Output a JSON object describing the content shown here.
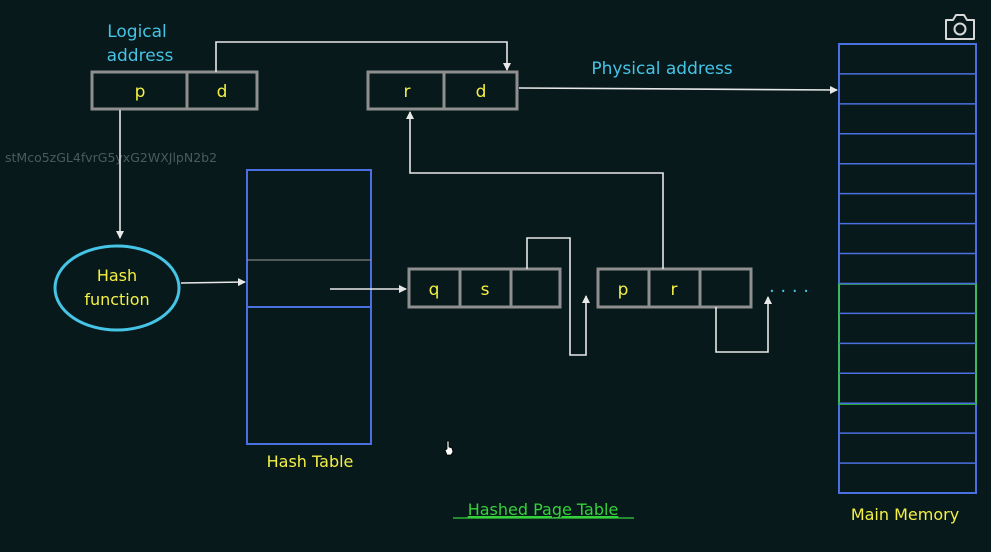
{
  "diagram": {
    "title": "Hashed Page Table",
    "watermark": "stMco5zGL4fvrG5yxG2WXJlpN2b2",
    "logical_address": {
      "label_line1": "Logical",
      "label_line2": "address",
      "cells": [
        "p",
        "d"
      ]
    },
    "physical_address": {
      "label": "Physical  address",
      "cells": [
        "r",
        "d"
      ]
    },
    "hash_function": {
      "label_line1": "Hash",
      "label_line2": "function"
    },
    "hash_table": {
      "label": "Hash Table"
    },
    "chain": {
      "node1": [
        "q",
        "s",
        ""
      ],
      "node2": [
        "p",
        "r",
        ""
      ],
      "ellipsis": "· · · ·"
    },
    "main_memory": {
      "label": "Main Memory",
      "frames": 15
    }
  },
  "colors": {
    "background": "#07191b",
    "cyan": "#45c4e6",
    "yellow": "#f5f043",
    "green": "#35d13a",
    "box_gray": "#8f8f8f",
    "blue": "#4a6fe0",
    "white_line": "#e8e8e8"
  },
  "icons": {
    "camera": "camera-icon",
    "cursor": "hand-pointer-icon"
  }
}
